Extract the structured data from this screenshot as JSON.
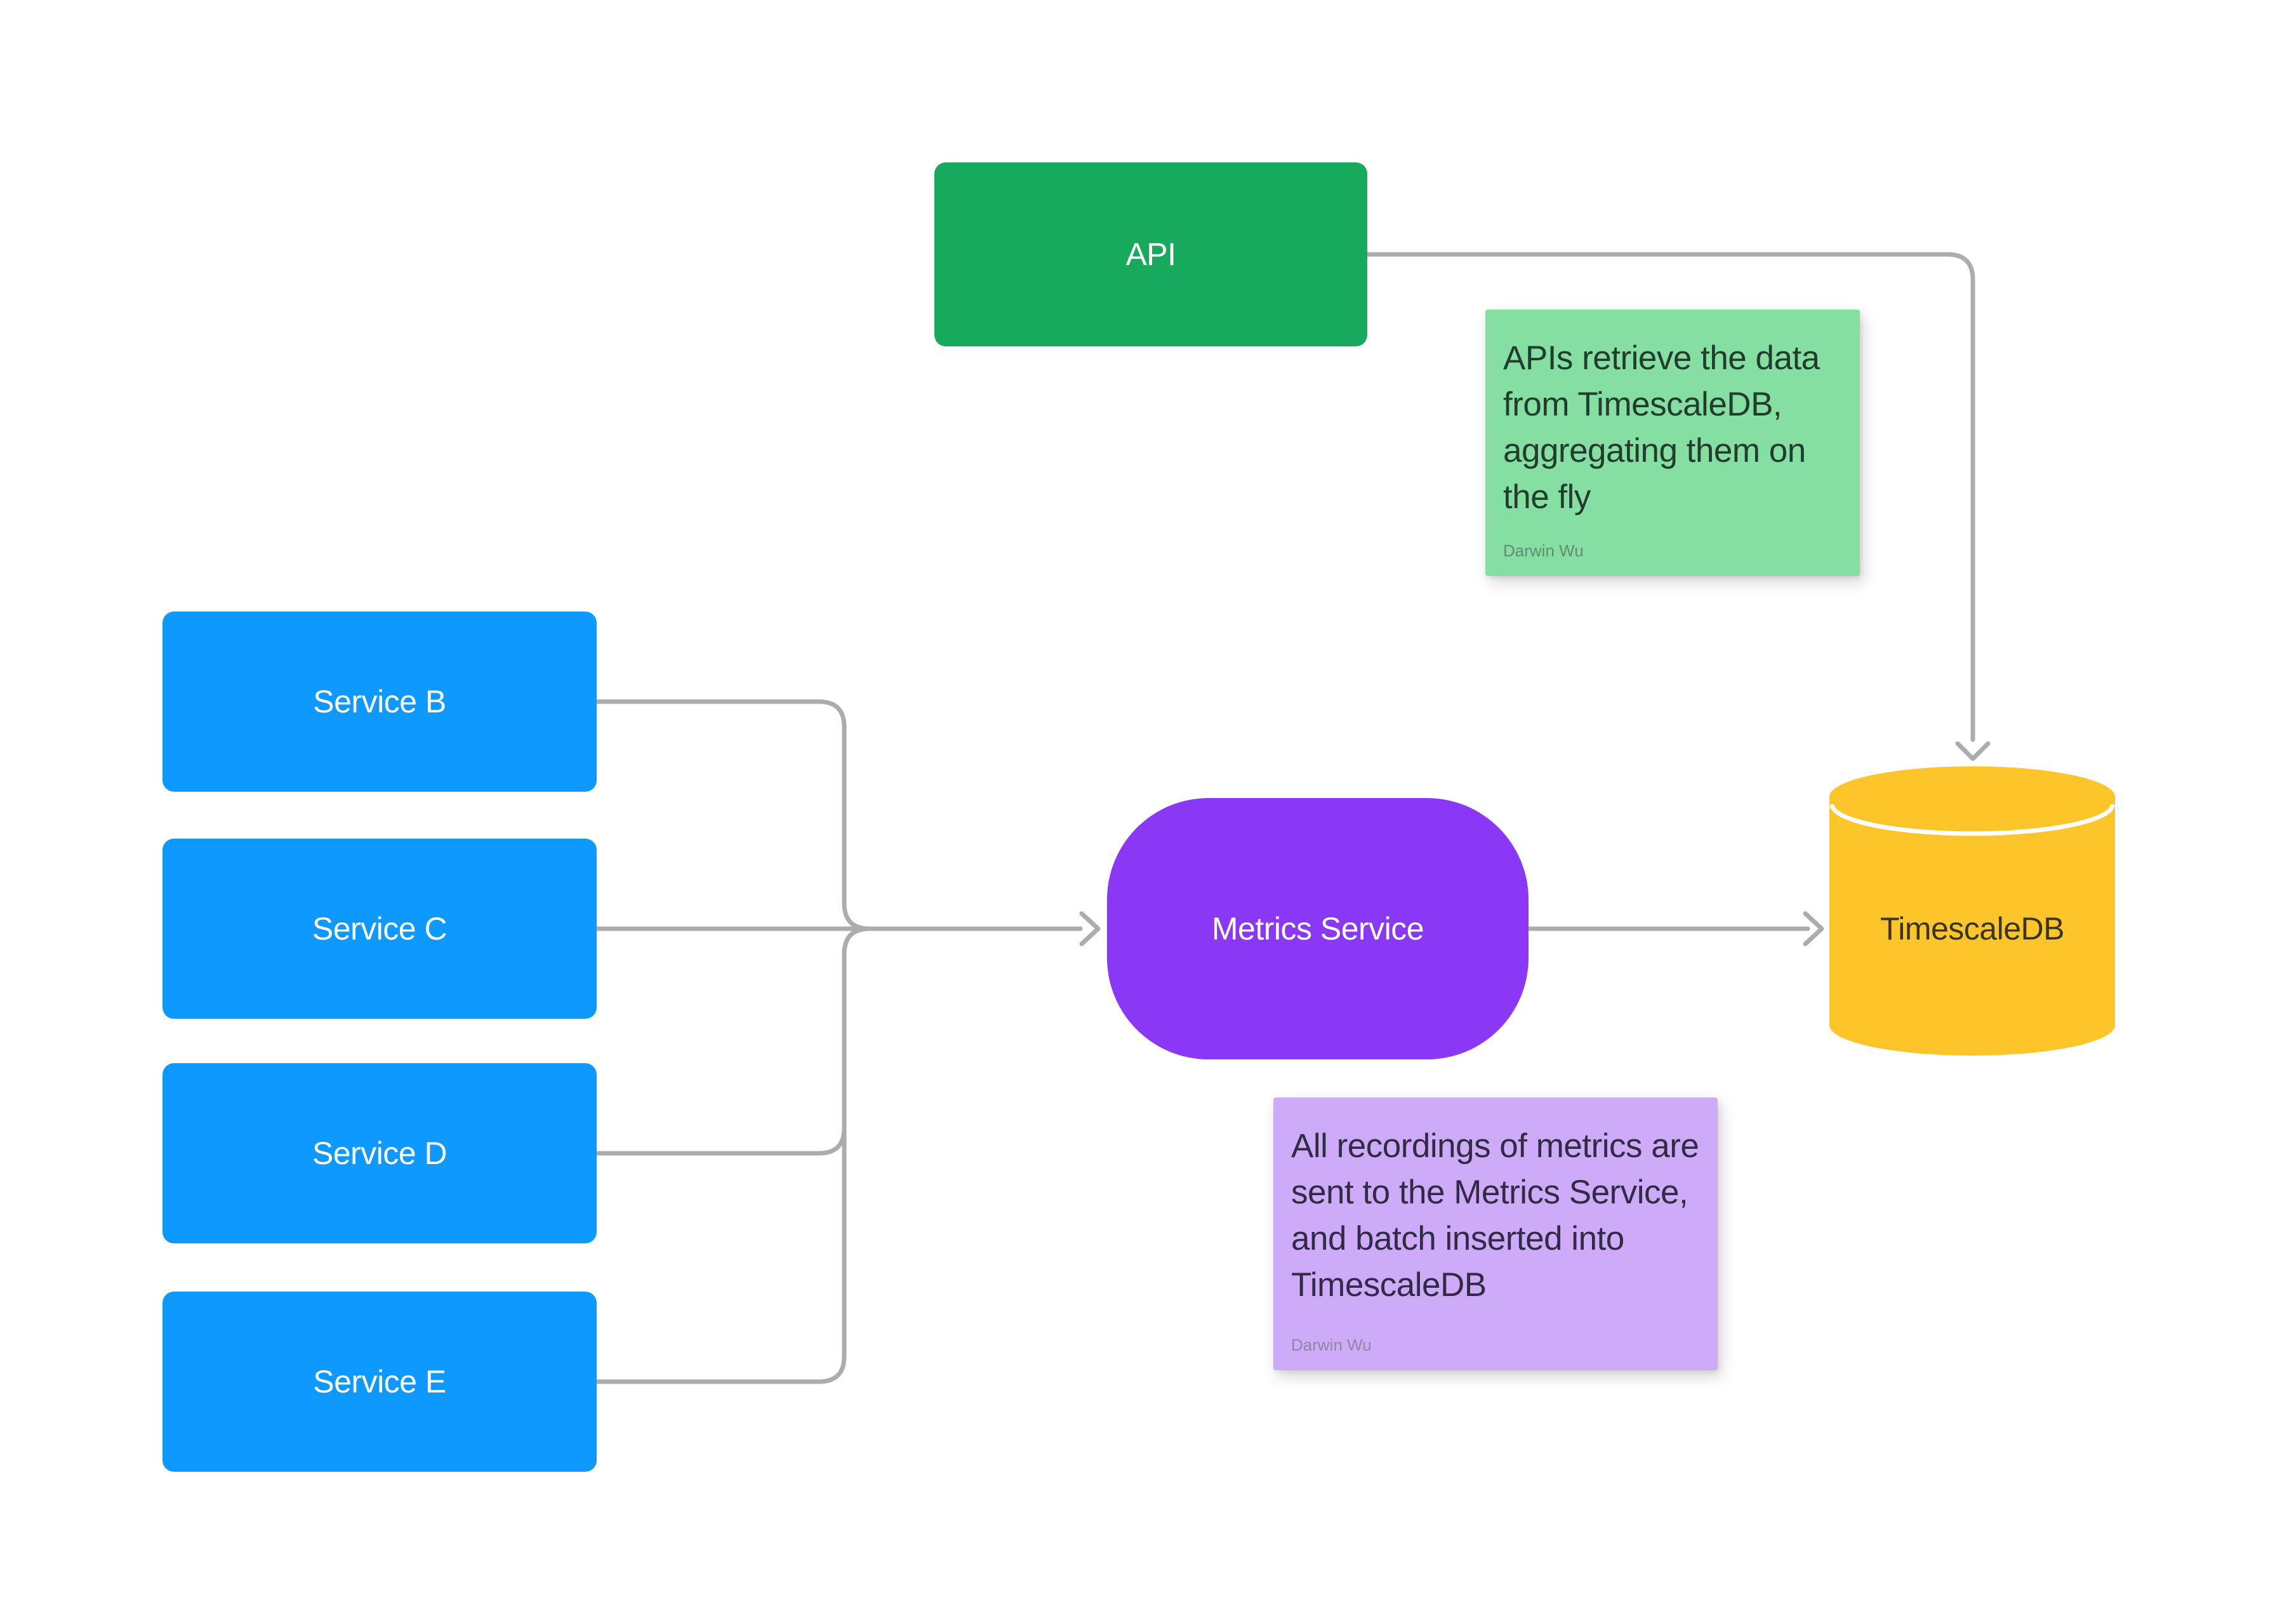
{
  "canvas": {
    "background": "#FFFFFF"
  },
  "connector": {
    "color": "#ACACAC"
  },
  "nodes": {
    "api": {
      "label": "API",
      "fill": "#17A95C",
      "text_color": "#FFFFFF",
      "shape": "rectangle"
    },
    "service_b": {
      "label": "Service B",
      "fill": "#0D99FF",
      "text_color": "#FFFFFF",
      "shape": "rectangle"
    },
    "service_c": {
      "label": "Service C",
      "fill": "#0D99FF",
      "text_color": "#FFFFFF",
      "shape": "rectangle"
    },
    "service_d": {
      "label": "Service D",
      "fill": "#0D99FF",
      "text_color": "#FFFFFF",
      "shape": "rectangle"
    },
    "service_e": {
      "label": "Service E",
      "fill": "#0D99FF",
      "text_color": "#FFFFFF",
      "shape": "rectangle"
    },
    "metrics_service": {
      "label": "Metrics Service",
      "fill": "#8A38F6",
      "text_color": "#FFFFFF",
      "shape": "rounded-blob"
    },
    "timescale_db": {
      "label": "TimescaleDB",
      "fill": "#FCC62B",
      "text_color": "#3A3420",
      "shape": "cylinder",
      "lid_line_color": "#FFFFFF"
    }
  },
  "sticky_notes": {
    "api_note": {
      "text": "APIs retrieve the data from TimescaleDB, aggregating them on the fly",
      "author": "Darwin Wu",
      "fill": "#85DFA3",
      "text_color": "#223C2D",
      "author_color": "#5F8C72"
    },
    "metrics_note": {
      "text": "All recordings of metrics are sent to the Metrics Service, and batch inserted into TimescaleDB",
      "author": "Darwin Wu",
      "fill": "#CDABF8",
      "text_color": "#322B45",
      "author_color": "#9186A3"
    }
  },
  "connectors": [
    {
      "id": "service-b-to-metrics",
      "from": "Service B",
      "to": "Metrics Service"
    },
    {
      "id": "service-c-to-metrics",
      "from": "Service C",
      "to": "Metrics Service"
    },
    {
      "id": "service-d-to-metrics",
      "from": "Service D",
      "to": "Metrics Service"
    },
    {
      "id": "service-e-to-metrics",
      "from": "Service E",
      "to": "Metrics Service"
    },
    {
      "id": "metrics-to-timescaledb",
      "from": "Metrics Service",
      "to": "TimescaleDB"
    },
    {
      "id": "api-to-timescaledb",
      "from": "API",
      "to": "TimescaleDB"
    }
  ]
}
